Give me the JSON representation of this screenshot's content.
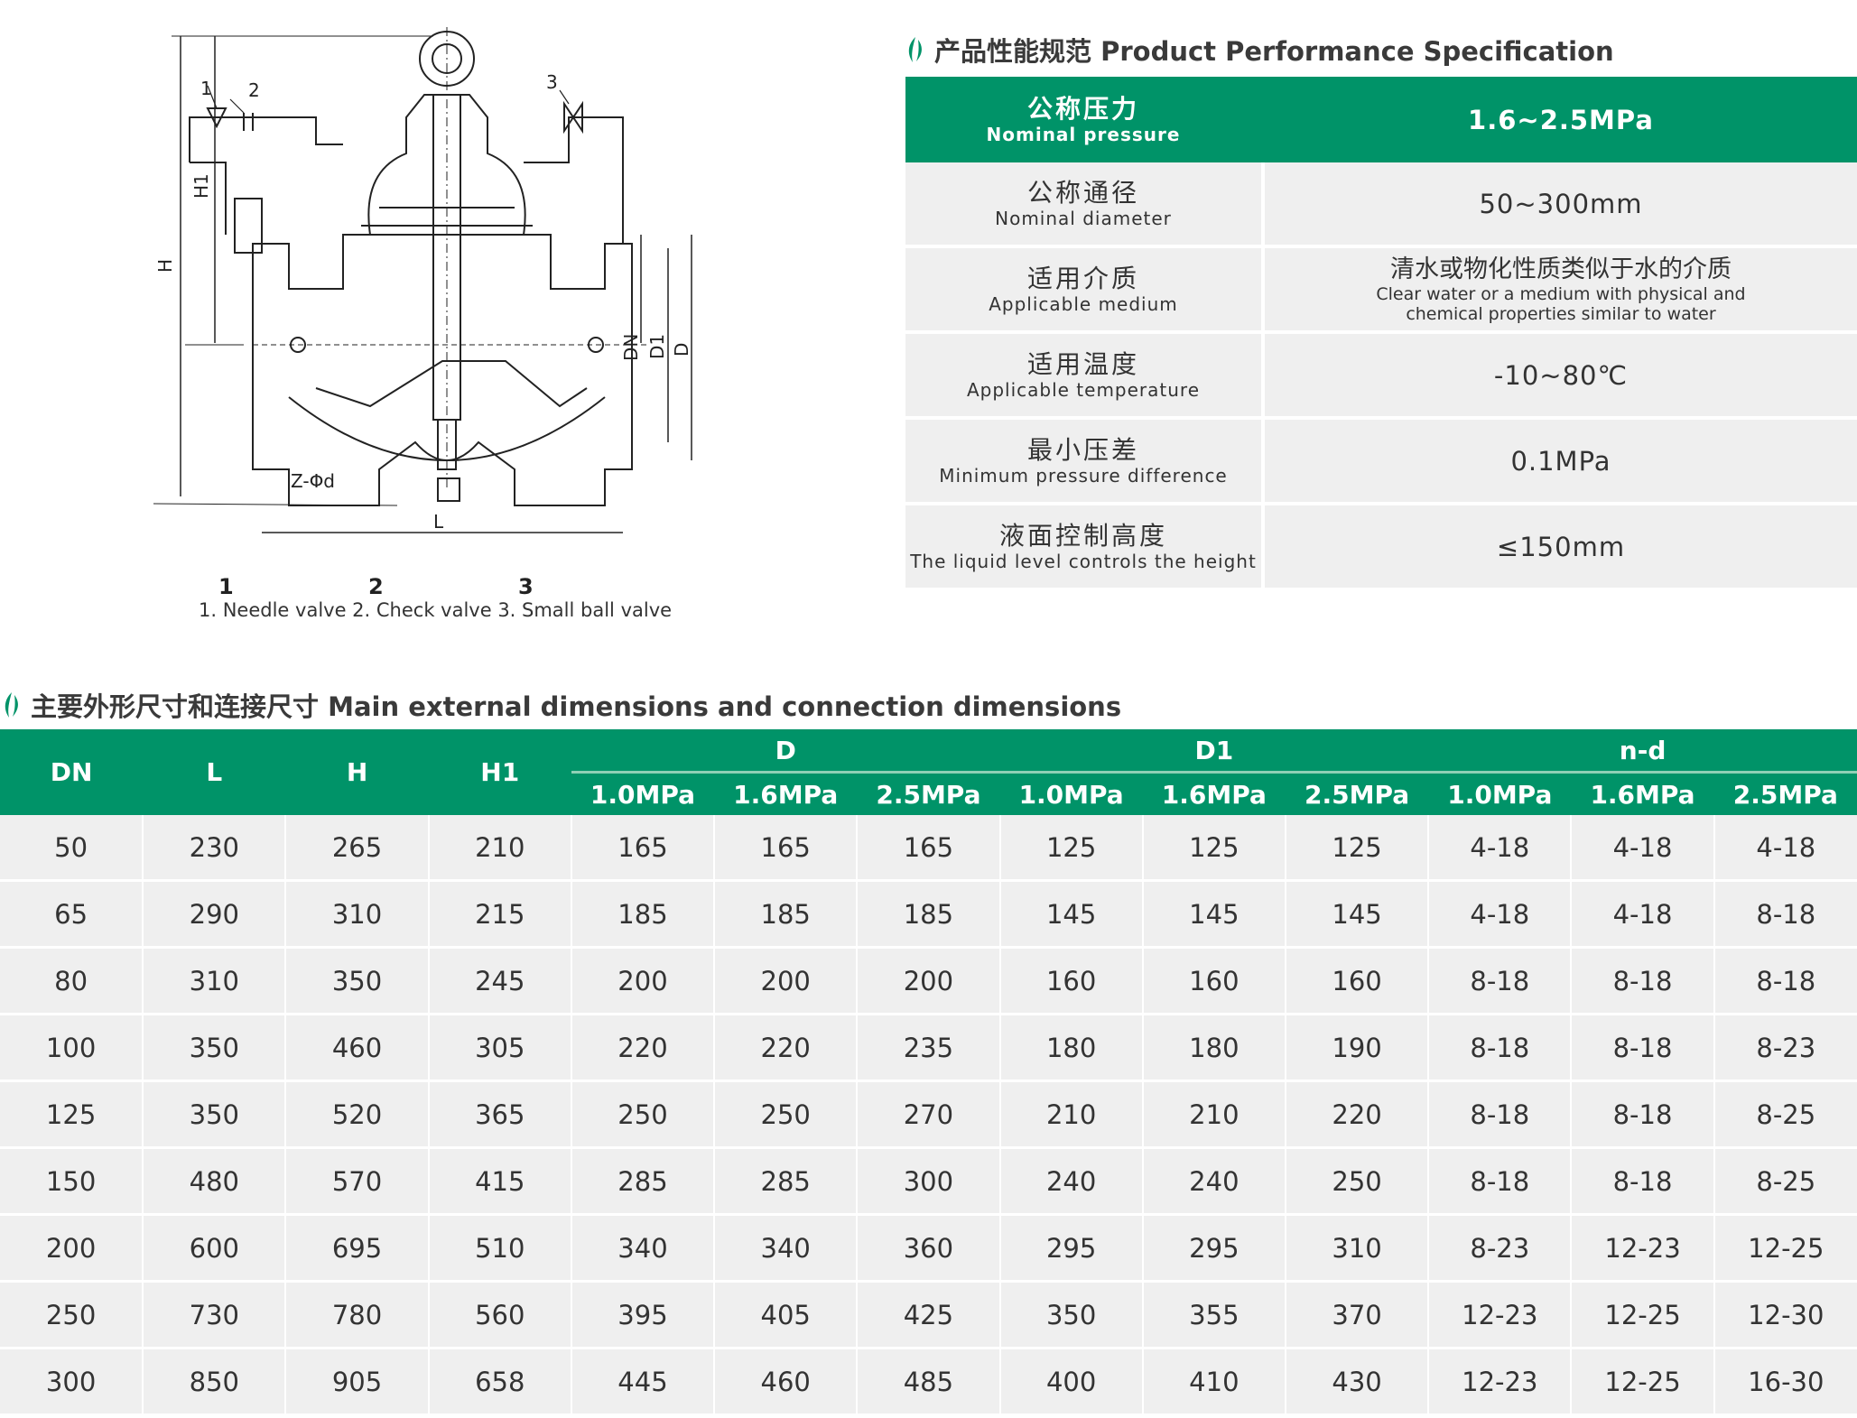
{
  "diagram": {
    "labels": {
      "h": "H",
      "h1": "H1",
      "dn": "DN",
      "d1": "D1",
      "d": "D",
      "l": "L",
      "z_phi_d": "Z-Φd",
      "n1": "1",
      "n2": "2",
      "n3": "3"
    },
    "legend_numbers": [
      "1",
      "2",
      "3"
    ],
    "legend_text": "1. Needle valve 2. Check valve 3. Small ball valve"
  },
  "spec": {
    "title": "产品性能规范 Product Performance Specification",
    "header": {
      "zh": "公称压力",
      "en": "Nominal pressure",
      "value": "1.6~2.5MPa"
    },
    "rows": [
      {
        "zh": "公称通径",
        "en": "Nominal diameter",
        "value": "50~300mm"
      },
      {
        "zh": "适用介质",
        "en": "Applicable medium",
        "value_zh": "清水或物化性质类似于水的介质",
        "value_en_1": "Clear water or a medium with physical and",
        "value_en_2": "chemical properties similar to water"
      },
      {
        "zh": "适用温度",
        "en": "Applicable temperature",
        "value": "-10~80℃"
      },
      {
        "zh": "最小压差",
        "en": "Minimum pressure difference",
        "value": "0.1MPa"
      },
      {
        "zh": "液面控制高度",
        "en": "The liquid level controls the height",
        "value": "≤150mm"
      }
    ]
  },
  "dims": {
    "title": "主要外形尺寸和连接尺寸 Main external dimensions and connection dimensions",
    "headers": {
      "dn": "DN",
      "l": "L",
      "h": "H",
      "h1": "H1",
      "d": "D",
      "d1": "D1",
      "nd": "n-d"
    },
    "sub_headers": [
      "1.0MPa",
      "1.6MPa",
      "2.5MPa",
      "1.0MPa",
      "1.6MPa",
      "2.5MPa",
      "1.0MPa",
      "1.6MPa",
      "2.5MPa"
    ],
    "rows": [
      [
        "50",
        "230",
        "265",
        "210",
        "165",
        "165",
        "165",
        "125",
        "125",
        "125",
        "4-18",
        "4-18",
        "4-18"
      ],
      [
        "65",
        "290",
        "310",
        "215",
        "185",
        "185",
        "185",
        "145",
        "145",
        "145",
        "4-18",
        "4-18",
        "8-18"
      ],
      [
        "80",
        "310",
        "350",
        "245",
        "200",
        "200",
        "200",
        "160",
        "160",
        "160",
        "8-18",
        "8-18",
        "8-18"
      ],
      [
        "100",
        "350",
        "460",
        "305",
        "220",
        "220",
        "235",
        "180",
        "180",
        "190",
        "8-18",
        "8-18",
        "8-23"
      ],
      [
        "125",
        "350",
        "520",
        "365",
        "250",
        "250",
        "270",
        "210",
        "210",
        "220",
        "8-18",
        "8-18",
        "8-25"
      ],
      [
        "150",
        "480",
        "570",
        "415",
        "285",
        "285",
        "300",
        "240",
        "240",
        "250",
        "8-18",
        "8-18",
        "8-25"
      ],
      [
        "200",
        "600",
        "695",
        "510",
        "340",
        "340",
        "360",
        "295",
        "295",
        "310",
        "8-23",
        "12-23",
        "12-25"
      ],
      [
        "250",
        "730",
        "780",
        "560",
        "395",
        "405",
        "425",
        "350",
        "355",
        "370",
        "12-23",
        "12-25",
        "12-30"
      ],
      [
        "300",
        "850",
        "905",
        "658",
        "445",
        "460",
        "485",
        "400",
        "410",
        "430",
        "12-23",
        "12-25",
        "16-30"
      ]
    ]
  },
  "colors": {
    "brand_green": "#009368",
    "cell_bg": "#efefef"
  }
}
